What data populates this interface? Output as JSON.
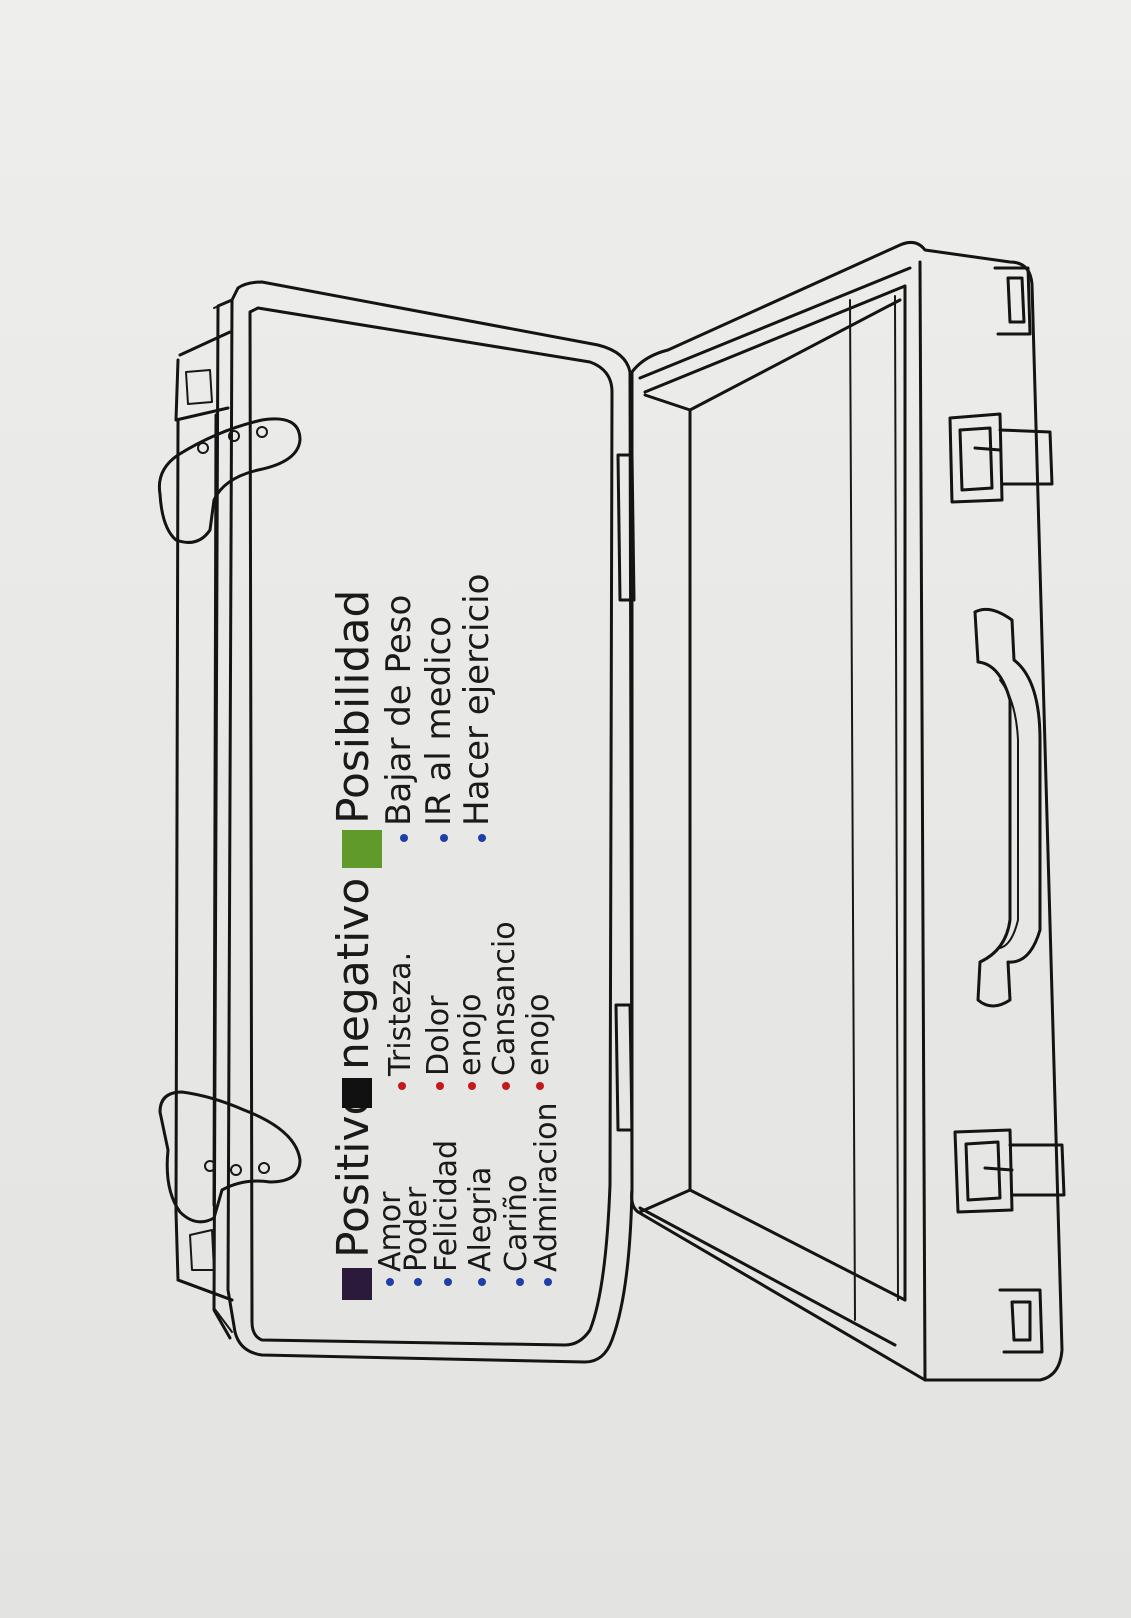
{
  "notes": {
    "positivo": {
      "title": "Positivo",
      "swatch_color": "#2c1a3c",
      "bullet_color": "#1f3fa8",
      "items": [
        "Amor",
        "Poder",
        "Felicidad",
        "Alegria",
        "Cariño",
        "Admiracion"
      ]
    },
    "negativo": {
      "title": "negativo",
      "swatch_color": "#111111",
      "bullet_color": "#c21a1a",
      "items": [
        "Tristeza.",
        "Dolor",
        "enojo",
        "Cansancio",
        "enojo"
      ]
    },
    "posibilidad": {
      "title": "Posibilidad",
      "swatch_color": "#5f9a2b",
      "bullet_color": "#1f3fa8",
      "items": [
        "Bajar de Peso",
        "IR al medico",
        "Hacer ejercicio"
      ]
    }
  },
  "colors": {
    "paper": "#e9e9e7",
    "ink": "#141414"
  }
}
